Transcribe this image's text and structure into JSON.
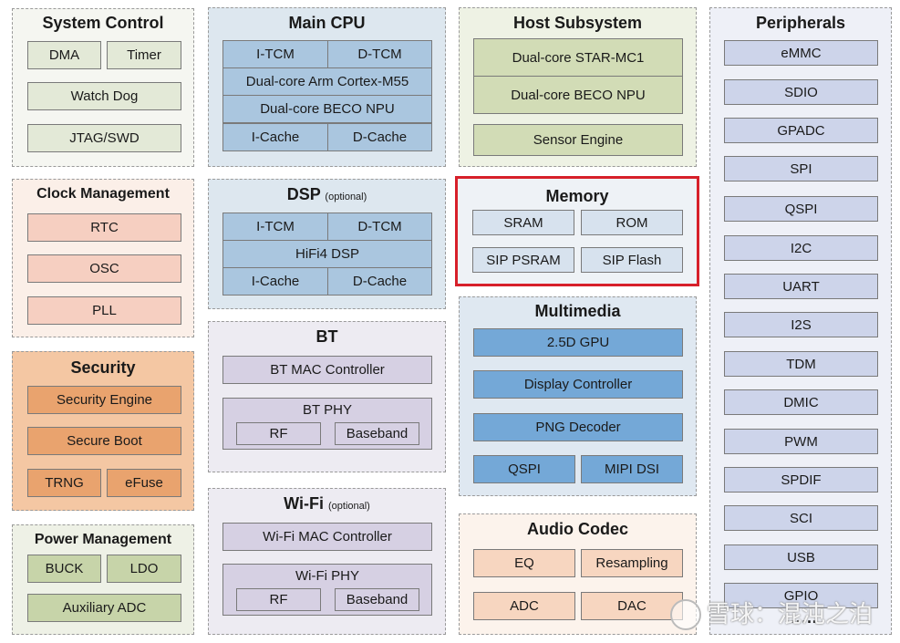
{
  "system_control": {
    "title": "System Control",
    "blocks": [
      "DMA",
      "Timer",
      "Watch Dog",
      "JTAG/SWD"
    ]
  },
  "main_cpu": {
    "title": "Main CPU",
    "blocks": [
      "I-TCM",
      "D-TCM",
      "Dual-core Arm Cortex-M55",
      "Dual-core BECO NPU",
      "I-Cache",
      "D-Cache"
    ]
  },
  "host_subsystem": {
    "title": "Host Subsystem",
    "blocks": [
      "Dual-core STAR-MC1",
      "Dual-core BECO NPU",
      "Sensor Engine"
    ]
  },
  "peripherals": {
    "title": "Peripherals",
    "items": [
      "eMMC",
      "SDIO",
      "GPADC",
      "SPI",
      "QSPI",
      "I2C",
      "UART",
      "I2S",
      "TDM",
      "DMIC",
      "PWM",
      "SPDIF",
      "SCI",
      "USB",
      "GPIO",
      "……"
    ]
  },
  "clock_management": {
    "title": "Clock Management",
    "blocks": [
      "RTC",
      "OSC",
      "PLL"
    ]
  },
  "dsp": {
    "title": "DSP",
    "optional": "(optional)",
    "blocks": [
      "I-TCM",
      "D-TCM",
      "HiFi4 DSP",
      "I-Cache",
      "D-Cache"
    ]
  },
  "memory": {
    "title": "Memory",
    "blocks": [
      "SRAM",
      "ROM",
      "SIP PSRAM",
      "SIP Flash"
    ]
  },
  "security": {
    "title": "Security",
    "blocks": [
      "Security Engine",
      "Secure Boot",
      "TRNG",
      "eFuse"
    ]
  },
  "bt": {
    "title": "BT",
    "mac": "BT MAC Controller",
    "phy_title": "BT PHY",
    "rf": "RF",
    "baseband": "Baseband"
  },
  "multimedia": {
    "title": "Multimedia",
    "blocks": [
      "2.5D GPU",
      "Display Controller",
      "PNG Decoder",
      "QSPI",
      "MIPI DSI"
    ]
  },
  "power_management": {
    "title": "Power Management",
    "blocks": [
      "BUCK",
      "LDO",
      "Auxiliary ADC"
    ]
  },
  "wifi": {
    "title": "Wi-Fi",
    "optional": "(optional)",
    "mac": "Wi-Fi MAC Controller",
    "phy_title": "Wi-Fi PHY",
    "rf": "RF",
    "baseband": "Baseband"
  },
  "audio_codec": {
    "title": "Audio Codec",
    "blocks": [
      "EQ",
      "Resampling",
      "ADC",
      "DAC"
    ]
  },
  "watermark": "雪球：混沌之泊"
}
